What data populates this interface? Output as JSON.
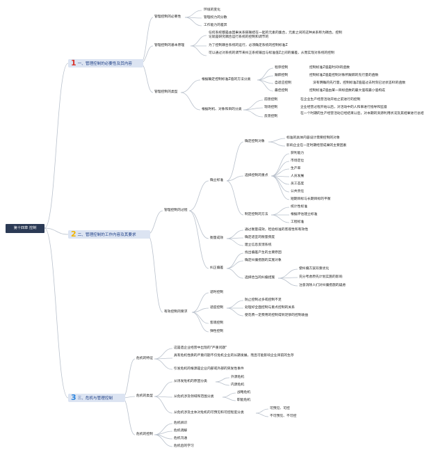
{
  "root": "第十四章 控制",
  "colors": {
    "accent": "#1e3f86",
    "branch_bg": "#dce4f2",
    "root_bg": "#2b3a55",
    "num1": "#d9342b",
    "num2": "#f0b400",
    "num3": "#2e86de"
  },
  "b1": {
    "num": "1",
    "title": "一、管理控制的必要性及其内容",
    "necessity": {
      "label": "管理控制的必要性",
      "items": [
        "环境的变化",
        "管理权力的分散",
        "工作能力的差异"
      ]
    },
    "principle": {
      "label": "管理控制的基本原理",
      "items": [
        "任何系统都是由因果关系链联结在一起的元素的集合，元素之间的这种关系称为耦合。控制论就是研究耦合运行系统的控制和调节的",
        "为了控制耦合系统的运行，必须确定系统的控制标准Z",
        "可以通过对系统的调节来纠正系统输出与标准值Z之间的偏差，从而实现对系统的控制"
      ]
    },
    "types": {
      "label": "管理控制的类型",
      "by_standard": {
        "label": "根据确定控制标准Z值的方法分类",
        "items": [
          {
            "name": "程序控制",
            "desc": "控制标准Z值是时间t的函数"
          },
          {
            "name": "跟踪控制",
            "desc": "控制标准Z值是控制对象所跟踪的先行量的函数"
          },
          {
            "name": "自适应控制",
            "desc": "没有明确的先行量，控制标准Z值是过去时刻已达状态Kt的函数"
          },
          {
            "name": "最佳控制",
            "desc": "控制标准Z值由某一目标函数的最大值或最小值构成"
          }
        ]
      },
      "by_time": {
        "label": "根据时机、对象和目的分类",
        "items": [
          {
            "name": "前馈控制",
            "desc": "在企业生产经营活动开始之前进行的控制"
          },
          {
            "name": "现场控制",
            "desc": "企业经营过程开始以后，对活动中的人和事进行指导和监督"
          },
          {
            "name": "反馈控制",
            "desc": "在一个时期的生产经营活动已经结束以后，对本期的资源利用状况及其结果进行总结"
          }
        ]
      }
    }
  },
  "b2": {
    "num": "2",
    "title": "二、管理控制的工作内容及其要求",
    "process": {
      "label": "管理控制的过程",
      "standard": {
        "label": "确立标准",
        "objects": {
          "label": "确定控制对象",
          "items": [
            "标准的具体内容设计需要控制的对象",
            "影响企业在一定时期经营成果的主要因素"
          ]
        },
        "keys": {
          "label": "选择控制的重点",
          "items": [
            "获利能力",
            "市场定位",
            "生产率",
            "人员发展",
            "员工态度",
            "公共责任",
            "短期目标与长期目标的平衡"
          ]
        },
        "methods": {
          "label": "制定控制的方法",
          "items": [
            "统计性标准",
            "根据评估建立标准",
            "工程标准"
          ]
        }
      },
      "measure": {
        "label": "衡量成效",
        "items": [
          "通过衡量成效，检验标准的客观性和有效性",
          "确定适宜的衡量频度",
          "建立信息反馈系统"
        ]
      },
      "correct": {
        "label": "纠正偏差",
        "items": [
          "找出偏差产生的主要原因",
          "确定纠偏措施的实施对象"
        ],
        "choose": {
          "label": "选择恰当的纠偏措施",
          "items": [
            "使纠偏方案双重优化",
            "充分考虑原先计划实施的影响",
            "注意消除人们对纠偏措施的疑虑"
          ]
        }
      }
    },
    "effective": {
      "label": "有效控制的要求",
      "items": [
        "适时控制"
      ],
      "moderate": {
        "label": "适度控制",
        "items": [
          "防止控制过多或控制不足",
          "处理好全面控制与重点控制的关系",
          "使花费一定费用的控制得到足够的控制收益"
        ]
      },
      "items2": [
        "客观控制",
        "弹性控制"
      ]
    }
  },
  "b3": {
    "num": "3",
    "title": "三、危机与管理控制",
    "features": {
      "label": "危机的特征",
      "items": [
        "这是造企业经营中出现的\"严重问题\"",
        "具有危机性质的严重问题不仅危机企业的长期发展，而且可能影响企业目前的生存",
        "引发危机的根源是企业内部或外部的突发性事件"
      ]
    },
    "types": {
      "label": "危机的类型",
      "source": {
        "label": "从诱发危机的原因分类",
        "items": [
          "外源危机",
          "内源危机"
        ]
      },
      "area": {
        "label": "从危机涉及领域和范围分类",
        "items": [
          "战略危机",
          "职能危机"
        ]
      },
      "predict": {
        "label": "从危机涉及主体对危机的可预见和可控程度分类",
        "items": [
          "可预见、可控",
          "不可预见、不可控"
        ]
      }
    },
    "control": {
      "label": "危机的控制",
      "items": [
        "危机辨识",
        "危机调解",
        "危机沟通",
        "危机后的学习"
      ]
    }
  }
}
